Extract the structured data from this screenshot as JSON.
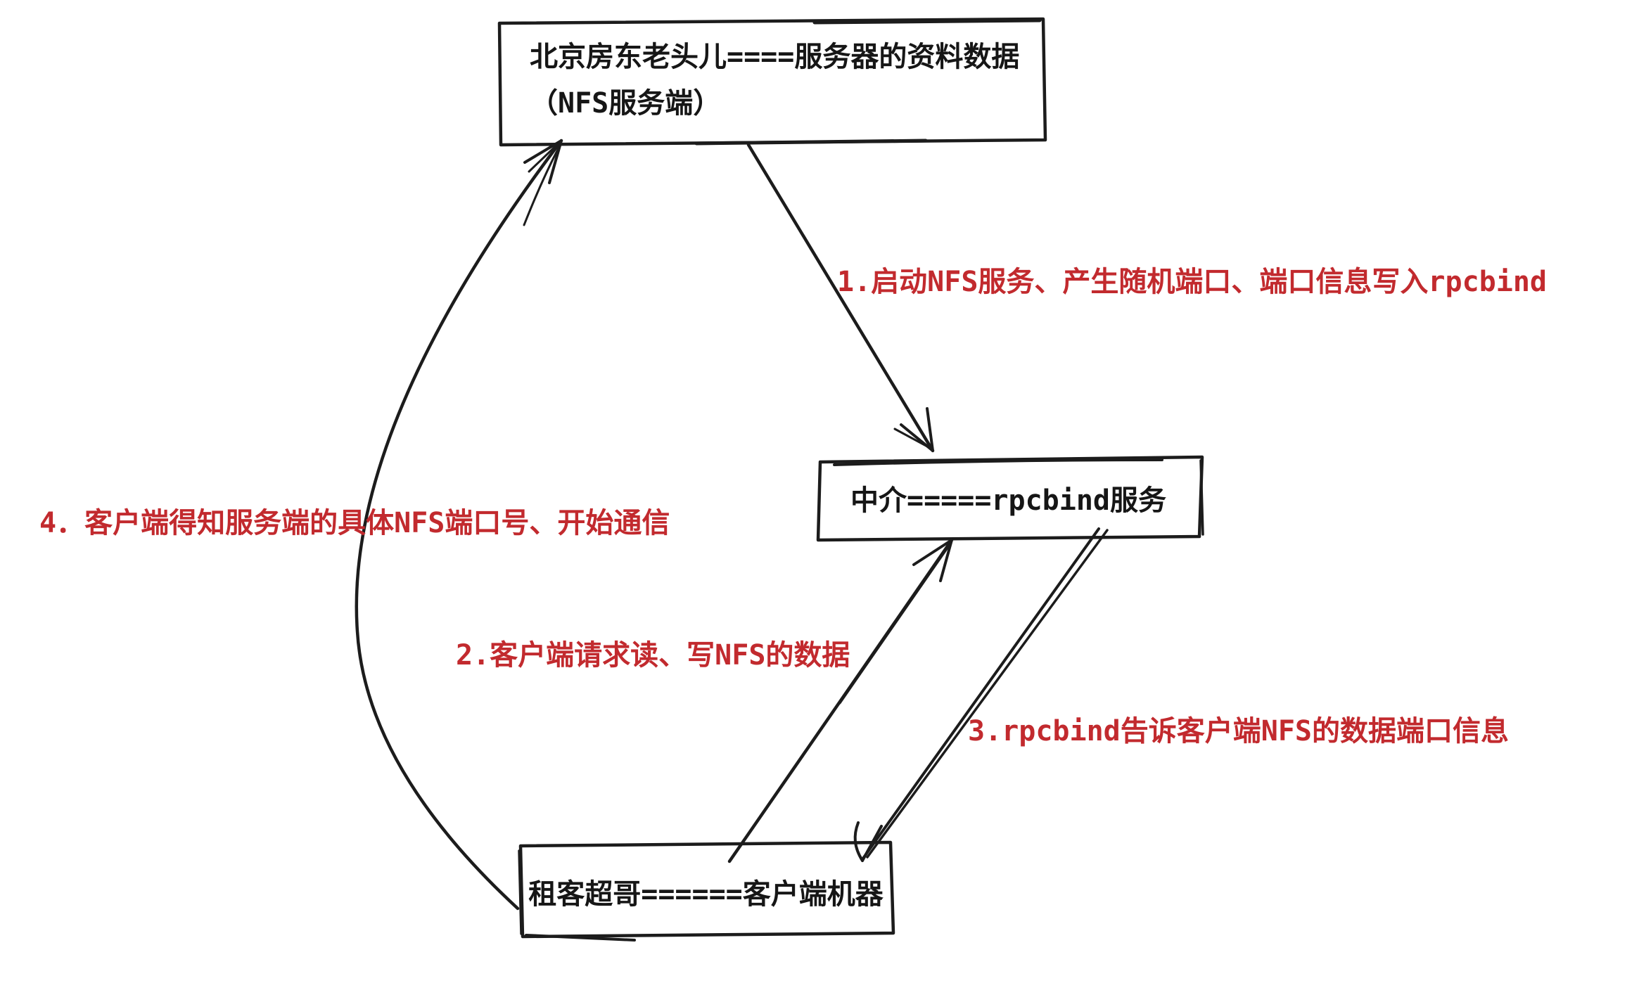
{
  "colors": {
    "ink": "#1c1c1c",
    "accent_red": "#c22a2e",
    "background": "#ffffff"
  },
  "nodes": {
    "server": {
      "line1": "北京房东老头儿====服务器的资料数据",
      "line2": "（NFS服务端）"
    },
    "rpcbind": {
      "label": "中介=====rpcbind服务"
    },
    "client": {
      "label": "租客超哥======客户端机器"
    }
  },
  "steps": {
    "step1": {
      "label": "1.启动NFS服务、产生随机端口、端口信息写入rpcbind",
      "from": "server",
      "to": "rpcbind"
    },
    "step2": {
      "label": "2.客户端请求读、写NFS的数据",
      "from": "client",
      "to": "rpcbind"
    },
    "step3": {
      "label": "3.rpcbind告诉客户端NFS的数据端口信息",
      "from": "rpcbind",
      "to": "client"
    },
    "step4": {
      "label": "4．客户端得知服务端的具体NFS端口号、开始通信",
      "from": "client",
      "to": "server"
    }
  }
}
